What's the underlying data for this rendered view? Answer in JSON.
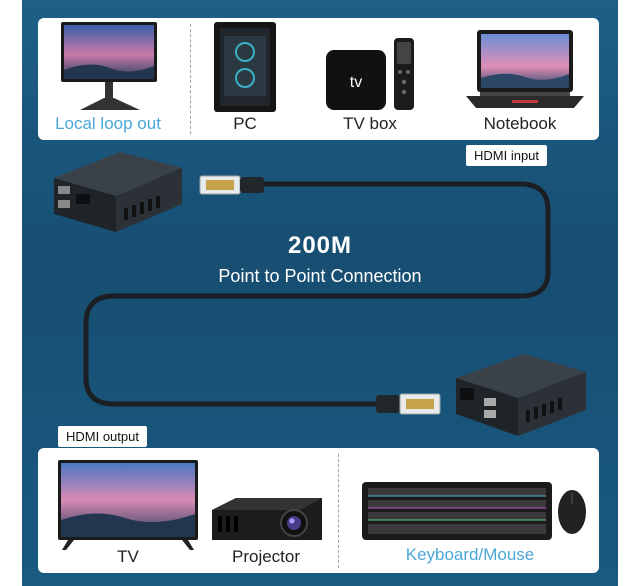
{
  "top_devices": [
    {
      "label": "Local loop out",
      "icon": "monitor-icon"
    },
    {
      "label": "PC",
      "icon": "pc-tower-icon"
    },
    {
      "label": "TV box",
      "icon": "tv-box-icon"
    },
    {
      "label": "Notebook",
      "icon": "laptop-icon"
    }
  ],
  "top_tag": "HDMI input",
  "title": "200M",
  "subtitle": "Point to Point Connection",
  "bottom_tag": "HDMI output",
  "bottom_devices": [
    {
      "label": "TV",
      "icon": "tv-icon"
    },
    {
      "label": "Projector",
      "icon": "projector-icon"
    },
    {
      "label": "Keyboard/Mouse",
      "icon": "keyboard-mouse-icon"
    }
  ],
  "tv_box_logo": "tv",
  "colors": {
    "background": "#1a5a80",
    "accent_label": "#4aa7d8",
    "cable": "#1b1f23"
  }
}
